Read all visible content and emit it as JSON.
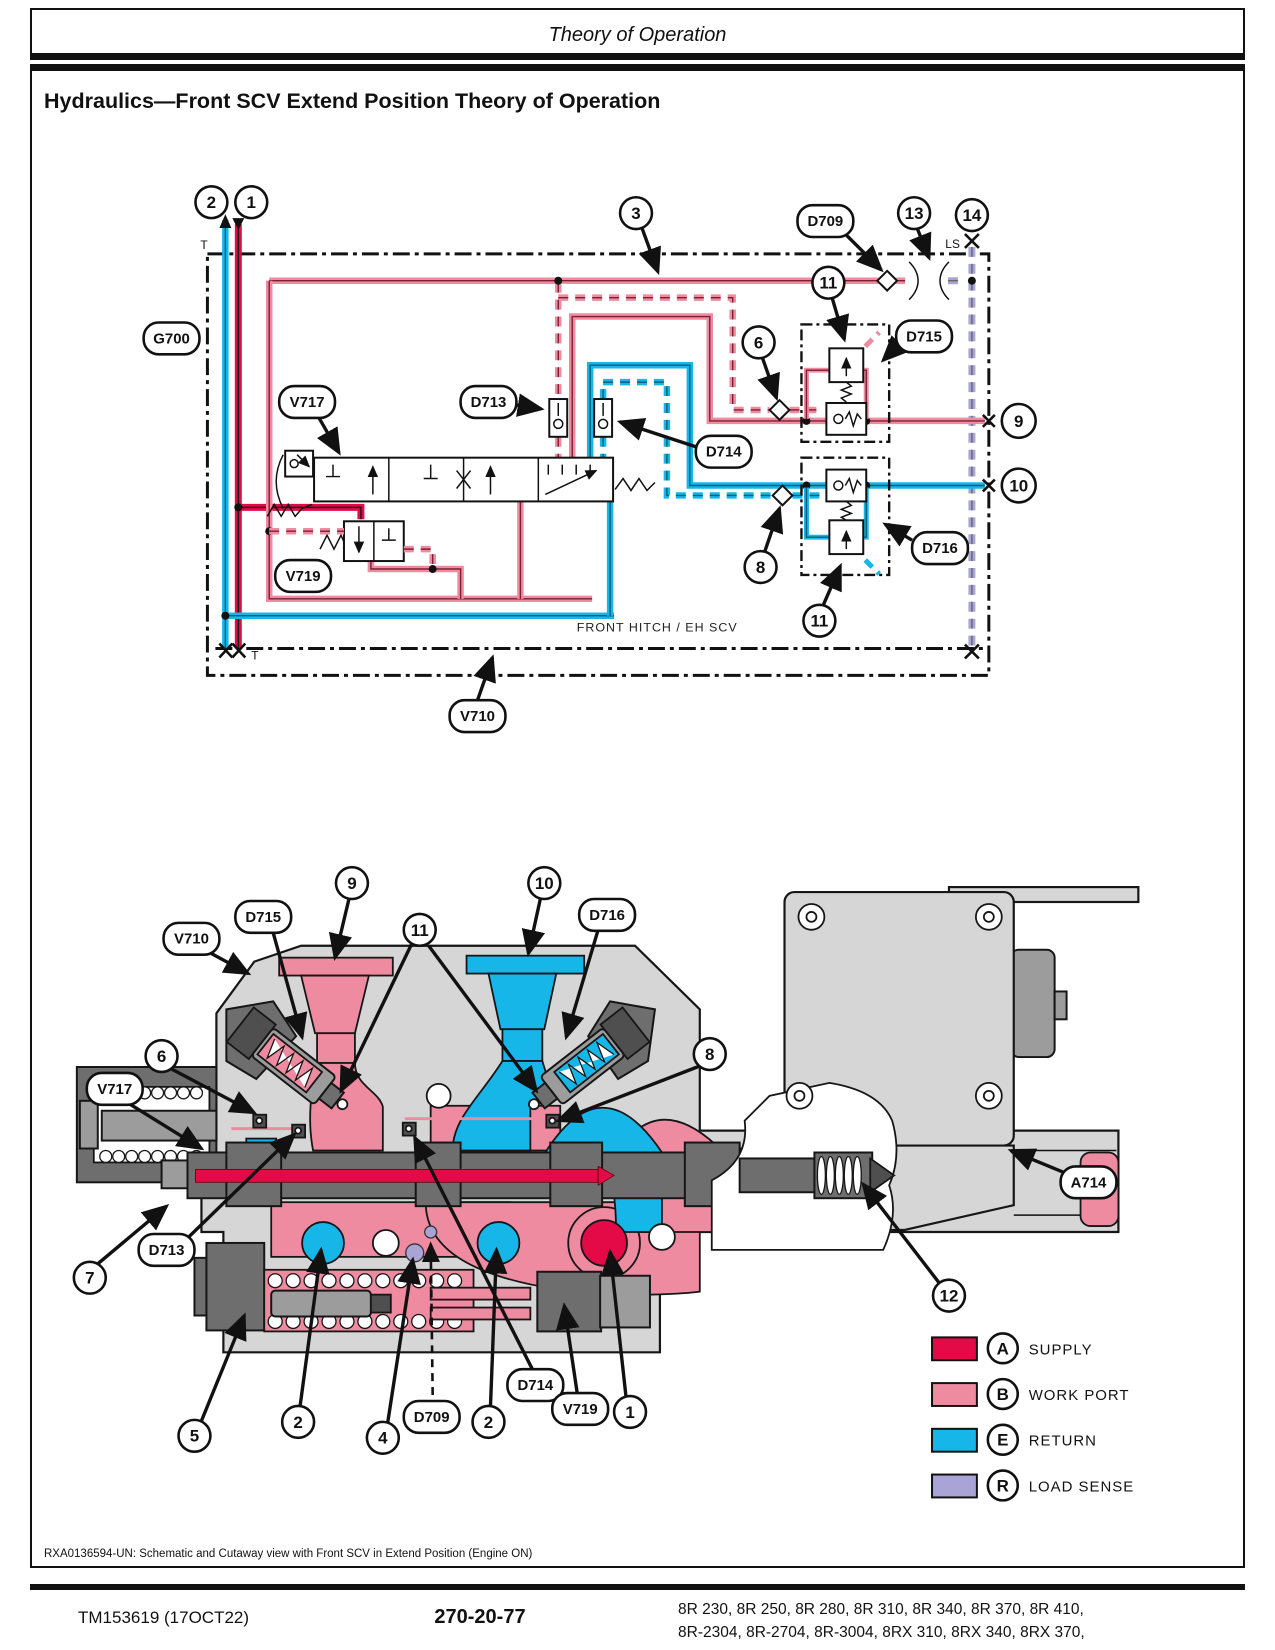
{
  "page": {
    "header": "Theory of Operation",
    "title": "Hydraulics—Front SCV Extend Position Theory of Operation",
    "caption": "RXA0136594-UN: Schematic and Cutaway view with Front SCV in Extend Position (Engine ON)",
    "footer": {
      "doc_id": "TM153619 (17OCT22)",
      "page_number": "270-20-77",
      "models_line1": "8R 230, 8R 250, 8R 280, 8R 310, 8R 340, 8R 370, 8R 410,",
      "models_line2": "8R-2304, 8R-2704, 8R-3004, 8RX 310, 8RX 340, 8RX 370,"
    }
  },
  "colors": {
    "supply": "#e40a47",
    "work_port": "#ef8ba0",
    "return": "#16b6e9",
    "load_sense": "#aaa4d6"
  },
  "schematic": {
    "region_label": "FRONT HITCH / EH SCV",
    "ls": "LS",
    "t_top": "T",
    "t_bottom": "T",
    "callouts": {
      "n1": "1",
      "n2": "2",
      "n3": "3",
      "n6": "6",
      "n8": "8",
      "n9": "9",
      "n10": "10",
      "n11a": "11",
      "n11b": "11",
      "n13": "13",
      "n14": "14"
    },
    "labels": {
      "g700": "G700",
      "v717": "V717",
      "v719": "V719",
      "v710": "V710",
      "d709": "D709",
      "d713": "D713",
      "d714": "D714",
      "d715": "D715",
      "d716": "D716"
    }
  },
  "cutaway": {
    "callouts": {
      "n1": "1",
      "n2a": "2",
      "n2b": "2",
      "n4": "4",
      "n5": "5",
      "n6": "6",
      "n7": "7",
      "n8": "8",
      "n9": "9",
      "n10": "10",
      "n11": "11",
      "n12": "12"
    },
    "labels": {
      "v710": "V710",
      "v717": "V717",
      "v719": "V719",
      "a714": "A714",
      "d709": "D709",
      "d713": "D713",
      "d714": "D714",
      "d715": "D715",
      "d716": "D716"
    }
  },
  "legend": {
    "rows": [
      {
        "key": "A",
        "label": "SUPPLY"
      },
      {
        "key": "B",
        "label": "WORK  PORT"
      },
      {
        "key": "E",
        "label": "RETURN"
      },
      {
        "key": "R",
        "label": "LOAD SENSE"
      }
    ]
  }
}
